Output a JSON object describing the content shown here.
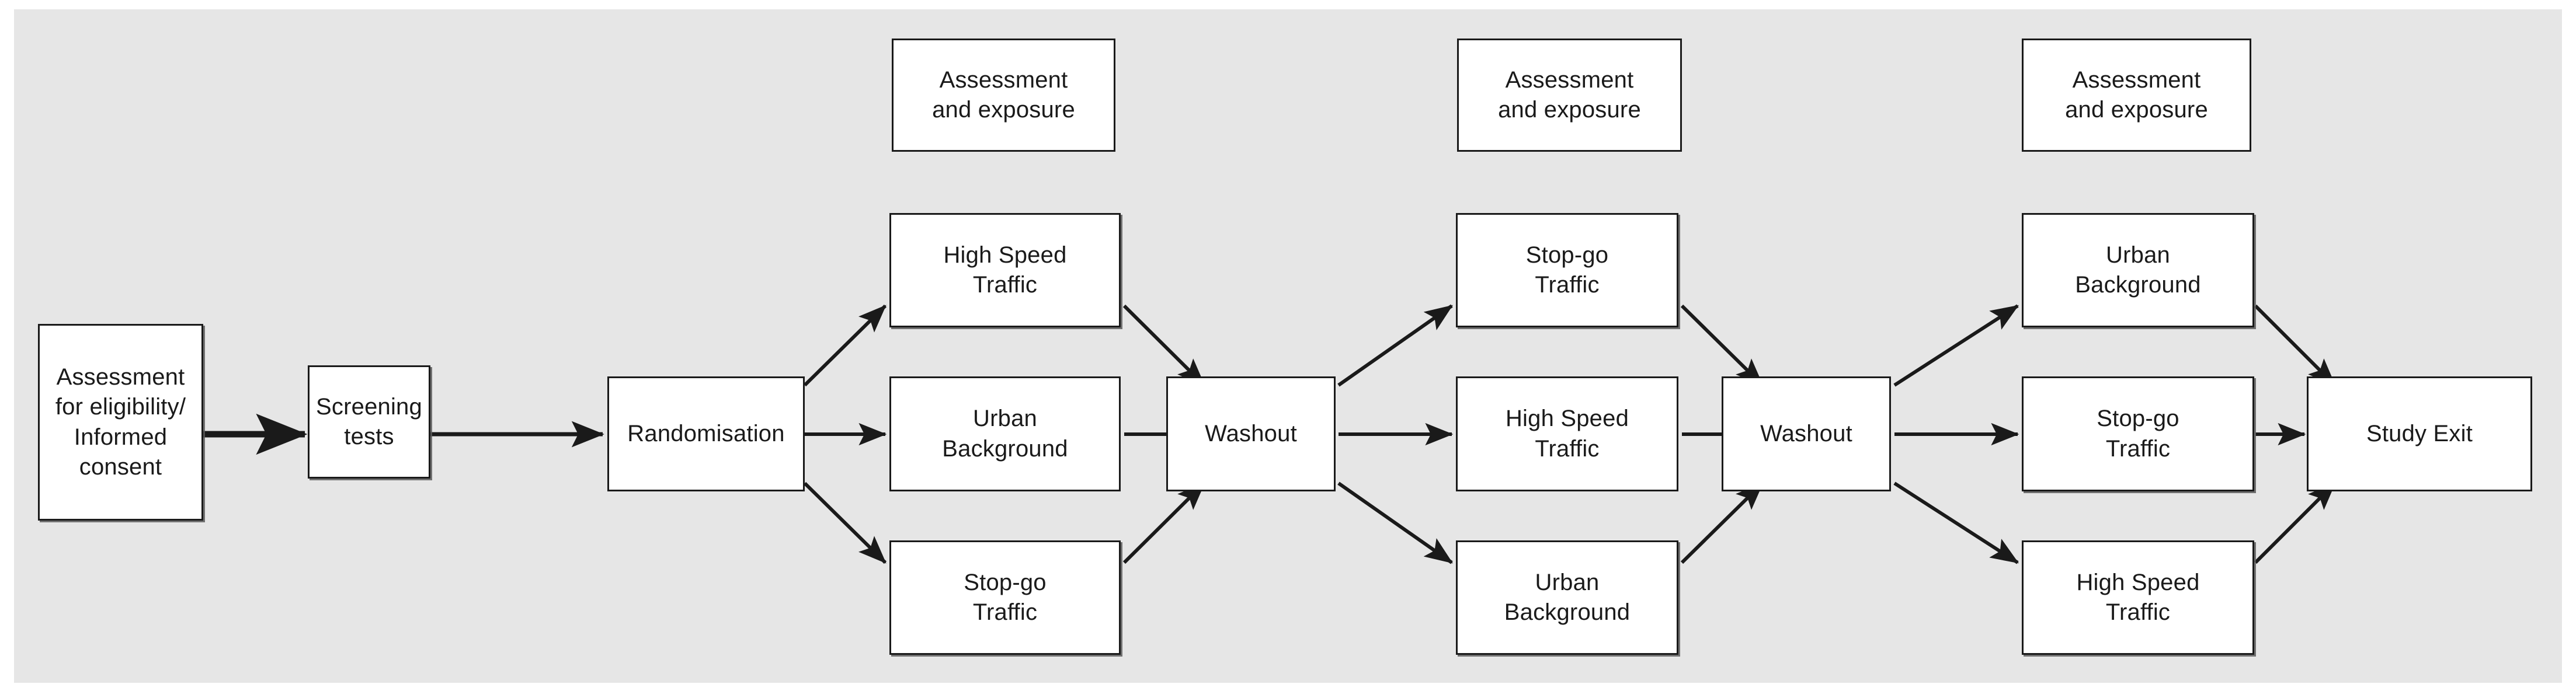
{
  "diagram": {
    "title": "Crossover trial design flowchart",
    "panel_background": "#e6e6e6",
    "node_fill": "#ffffff",
    "node_border": "#1a1a1a",
    "arrow_color": "#1a1a1a"
  },
  "headers": [
    {
      "label": "Assessment\nand exposure"
    },
    {
      "label": "Assessment\nand exposure"
    },
    {
      "label": "Assessment\nand exposure"
    }
  ],
  "spine": {
    "eligibility": "Assessment\nfor eligibility/\nInformed\nconsent",
    "screening": "Screening\ntests",
    "randomisation": "Randomisation",
    "washout_1": "Washout",
    "washout_2": "Washout",
    "study_exit": "Study Exit"
  },
  "periods": [
    {
      "name": "period-1",
      "arms": [
        {
          "position": "top",
          "label": "High Speed\nTraffic"
        },
        {
          "position": "middle",
          "label": "Urban\nBackground"
        },
        {
          "position": "bottom",
          "label": "Stop-go\nTraffic"
        }
      ]
    },
    {
      "name": "period-2",
      "arms": [
        {
          "position": "top",
          "label": "Stop-go\nTraffic"
        },
        {
          "position": "middle",
          "label": "High Speed\nTraffic"
        },
        {
          "position": "bottom",
          "label": "Urban\nBackground"
        }
      ]
    },
    {
      "name": "period-3",
      "arms": [
        {
          "position": "top",
          "label": "Urban\nBackground"
        },
        {
          "position": "middle",
          "label": "Stop-go\nTraffic"
        },
        {
          "position": "bottom",
          "label": "High Speed\nTraffic"
        }
      ]
    }
  ]
}
